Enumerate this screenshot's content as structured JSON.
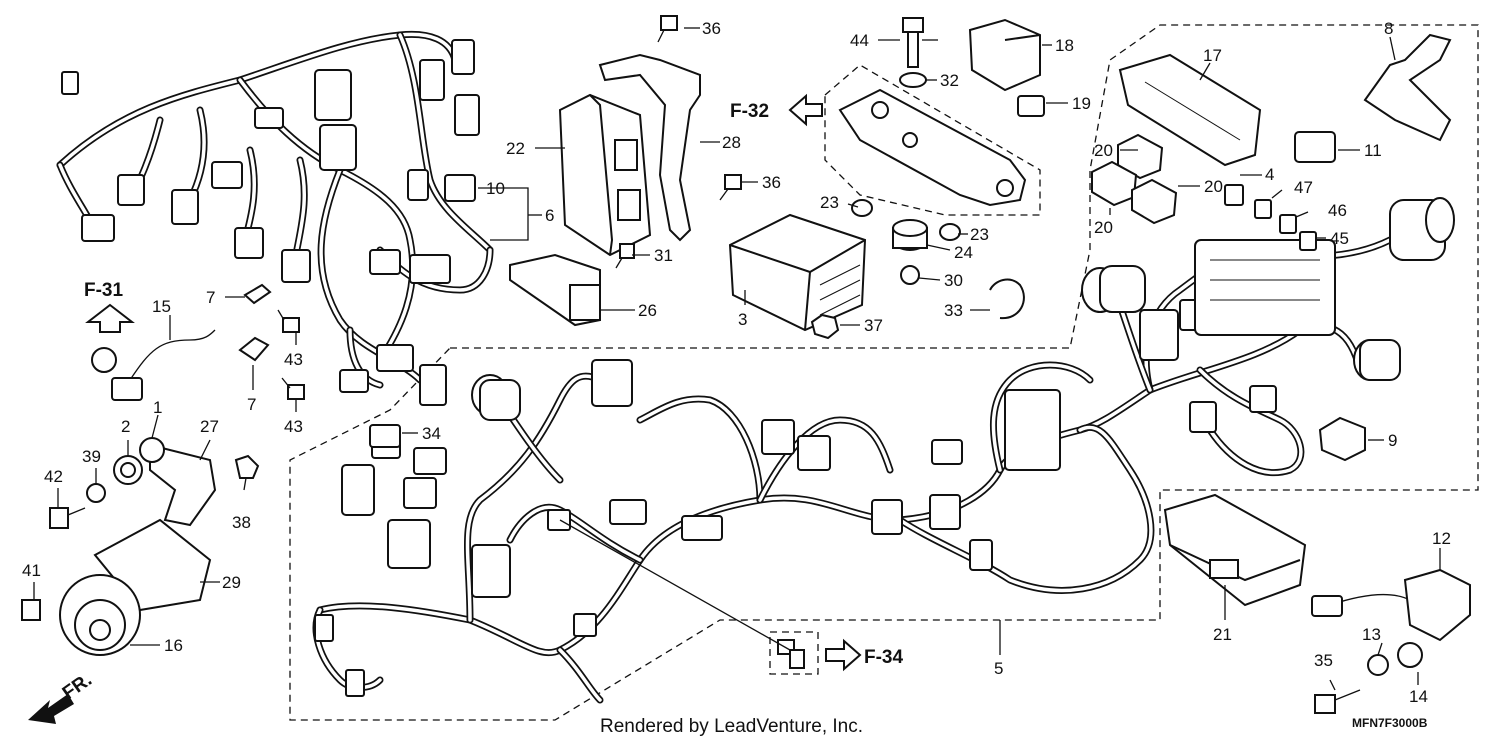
{
  "diagram": {
    "callouts": {
      "c1": "1",
      "c2": "2",
      "c3": "3",
      "c4": "4",
      "c5": "5",
      "c6": "6",
      "c7a": "7",
      "c7b": "7",
      "c8": "8",
      "c9": "9",
      "c10": "10",
      "c11": "11",
      "c12": "12",
      "c13": "13",
      "c14": "14",
      "c15": "15",
      "c16": "16",
      "c17": "17",
      "c18": "18",
      "c19": "19",
      "c20a": "20",
      "c20b": "20",
      "c20c": "20",
      "c21": "21",
      "c22": "22",
      "c23a": "23",
      "c23b": "23",
      "c24": "24",
      "c26": "26",
      "c27": "27",
      "c28": "28",
      "c29": "29",
      "c30": "30",
      "c31": "31",
      "c32": "32",
      "c33": "33",
      "c34": "34",
      "c35": "35",
      "c36a": "36",
      "c36b": "36",
      "c37": "37",
      "c38": "38",
      "c39": "39",
      "c41": "41",
      "c42": "42",
      "c43a": "43",
      "c43b": "43",
      "c44": "44",
      "c45": "45",
      "c46": "46",
      "c47": "47"
    },
    "refs": {
      "f31": "F-31",
      "f32": "F-32",
      "f34": "F-34"
    },
    "direction_label": "FR.",
    "credit": "Rendered by LeadVenture, Inc.",
    "diagram_code": "MFN7F3000B"
  }
}
